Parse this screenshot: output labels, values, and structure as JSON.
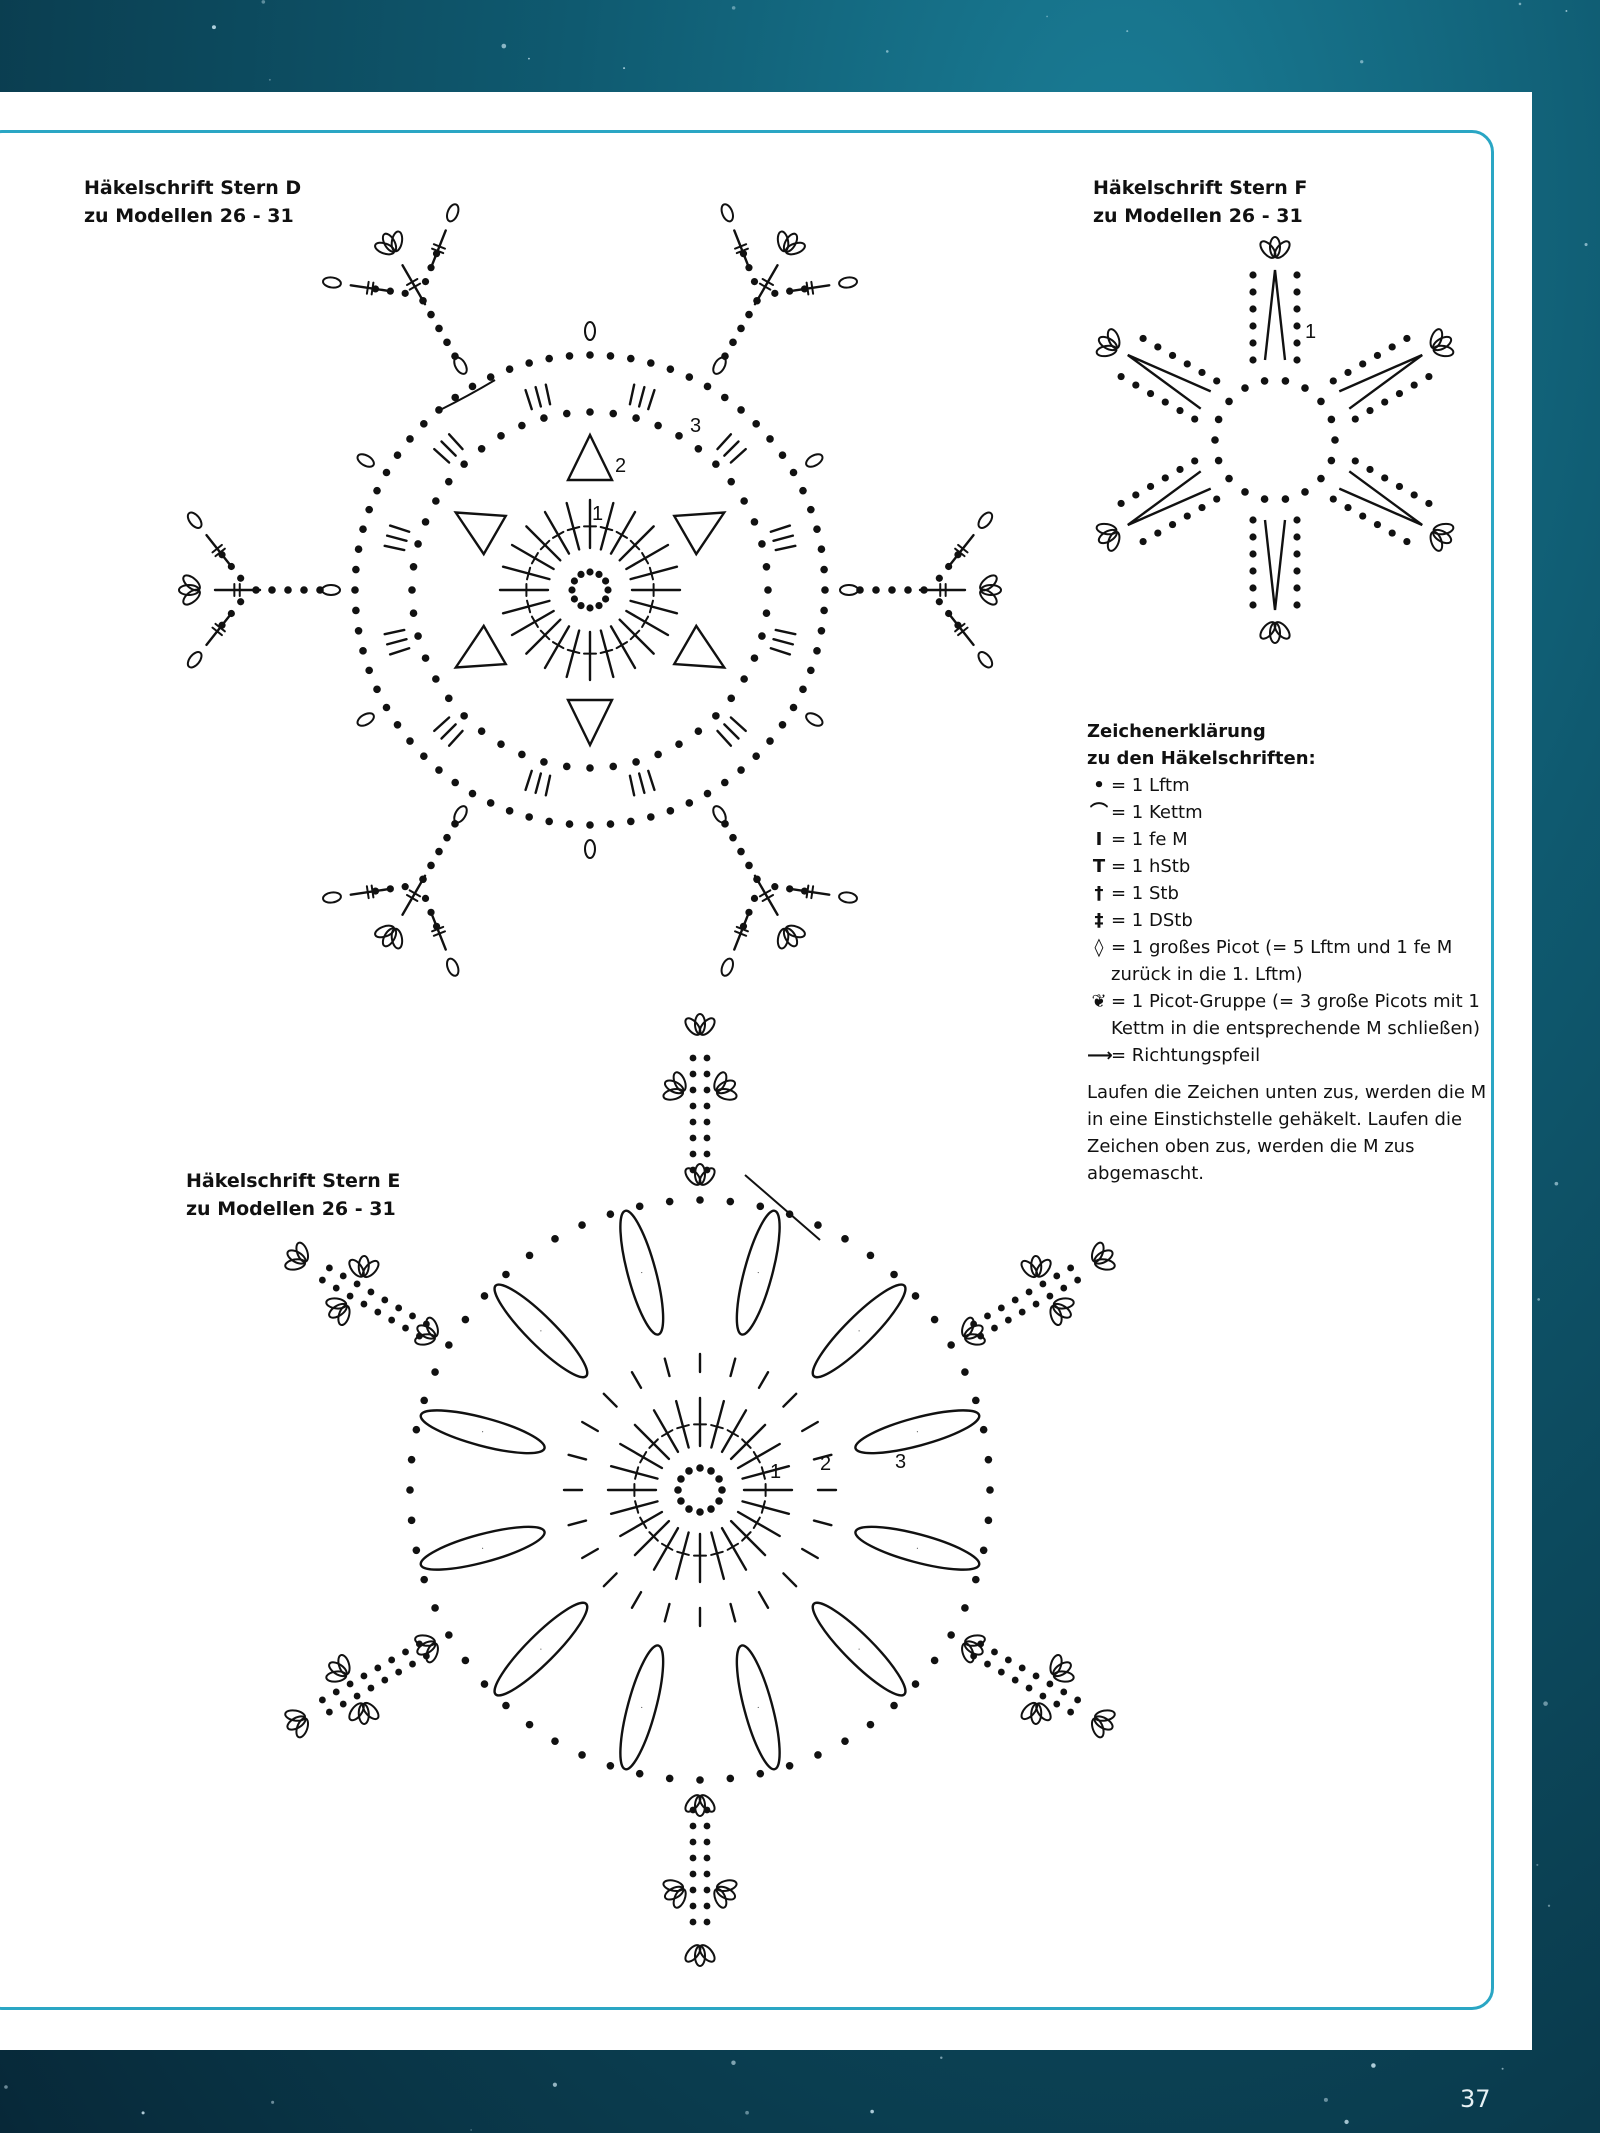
{
  "page_number": "37",
  "titles": {
    "stern_d": {
      "line1": "Häkelschrift Stern D",
      "line2": "zu Modellen 26 - 31"
    },
    "stern_e": {
      "line1": "Häkelschrift Stern E",
      "line2": "zu Modellen 26 - 31"
    },
    "stern_f": {
      "line1": "Häkelschrift Stern F",
      "line2": "zu Modellen 26 - 31"
    }
  },
  "round_numbers": {
    "stern_d": [
      "1",
      "2",
      "3"
    ],
    "stern_e": [
      "1",
      "2",
      "3"
    ],
    "stern_f": [
      "1"
    ]
  },
  "legend": {
    "heading_line1": "Zeichenerklärung",
    "heading_line2": "zu den Häkelschriften:",
    "items": [
      {
        "symbol": "•",
        "symbol_name": "chain-dot-icon",
        "text": "= 1 Lftm"
      },
      {
        "symbol": "⌒",
        "symbol_name": "slip-stitch-icon",
        "text": "= 1 Kettm"
      },
      {
        "symbol": "I",
        "symbol_name": "single-crochet-icon",
        "text": "= 1 fe M"
      },
      {
        "symbol": "T",
        "symbol_name": "half-double-icon",
        "text": "= 1 hStb"
      },
      {
        "symbol": "†",
        "symbol_name": "double-crochet-icon",
        "text": "= 1 Stb"
      },
      {
        "symbol": "‡",
        "symbol_name": "treble-crochet-icon",
        "text": "= 1 DStb"
      },
      {
        "symbol": "◊",
        "symbol_name": "picot-icon",
        "text": "= 1 großes Picot (= 5 Lftm und 1 fe M zurück in die 1. Lftm)"
      },
      {
        "symbol": "❦",
        "symbol_name": "picot-group-icon",
        "text": "= 1 Picot-Gruppe (= 3 große Picots mit 1 Kettm in die entsprechende M schließen)"
      },
      {
        "symbol": "⟶",
        "symbol_name": "direction-arrow-icon",
        "text": "= Richtungspfeil"
      }
    ],
    "note": "Laufen die Zeichen unten zus, werden die M in eine Einstichstelle gehäkelt. Laufen die Zeichen oben zus, werden die M zus abgemascht."
  },
  "colors": {
    "frame": "#2aa6c4",
    "background": "#0f5a70",
    "ink": "#111111"
  }
}
